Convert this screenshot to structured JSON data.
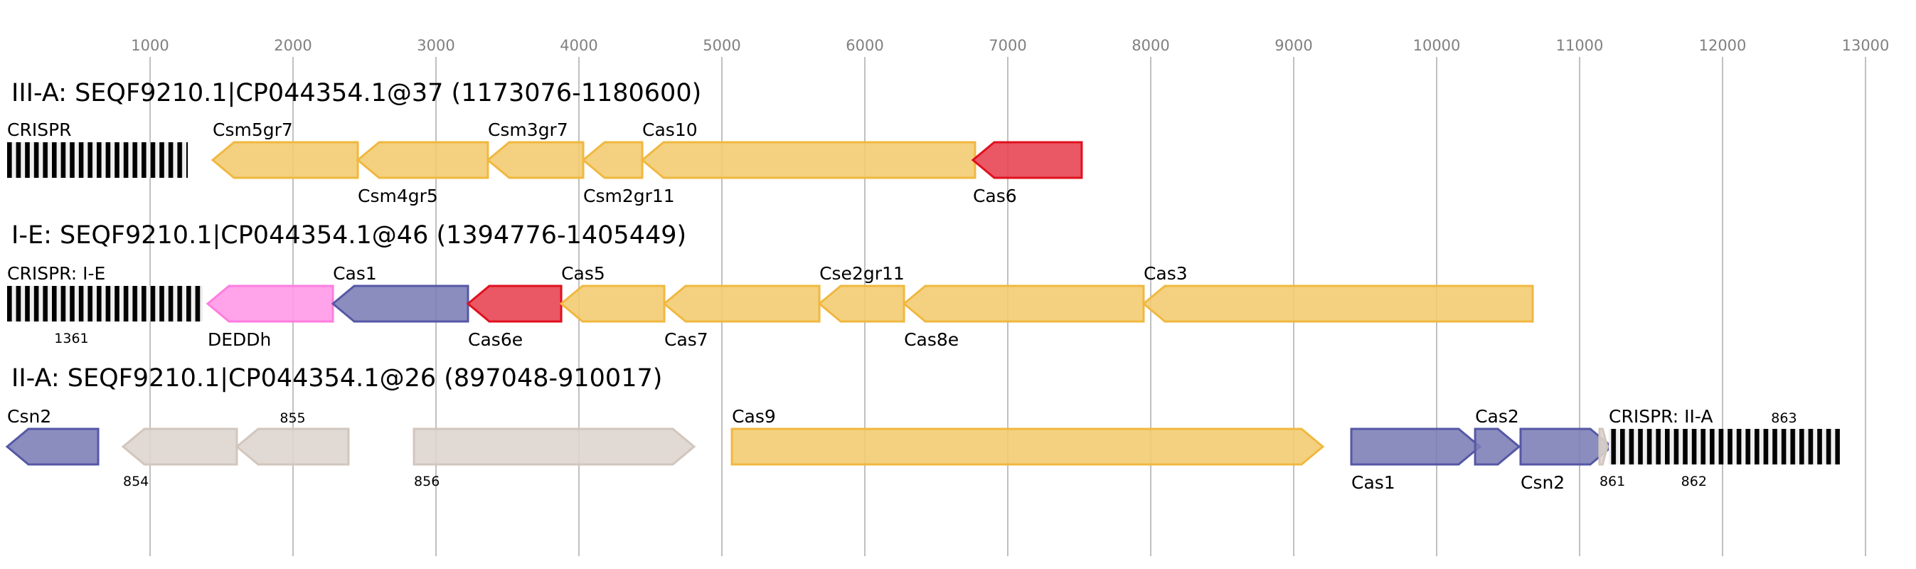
{
  "axis": {
    "ticks": [
      1000,
      2000,
      3000,
      4000,
      5000,
      6000,
      7000,
      8000,
      9000,
      10000,
      11000,
      12000,
      13000
    ]
  },
  "colors": {
    "yellow": {
      "fill": "#f2cb6e",
      "stroke": "#f0b840"
    },
    "blue": {
      "fill": "#7b7db5",
      "stroke": "#5558a5"
    },
    "red": {
      "fill": "#e6414f",
      "stroke": "#e0101e"
    },
    "pink": {
      "fill": "#ff96e8",
      "stroke": "#ff7ddf"
    },
    "grey": {
      "fill": "#dcd4ce",
      "stroke": "#d2c6bd"
    }
  },
  "loci": [
    {
      "title": "III-A: SEQF9210.1|CP044354.1@37 (1173076-1180600)",
      "features": [
        {
          "type": "crispr",
          "label": "CRISPR",
          "start": 0,
          "end": 1264,
          "pos": "above",
          "repeats": 19
        },
        {
          "type": "gene",
          "label": "Csm5gr7",
          "start": 1438,
          "end": 2453,
          "strand": -1,
          "color": "yellow",
          "pos": "above"
        },
        {
          "type": "gene",
          "label": "Csm4gr5",
          "start": 2453,
          "end": 3363,
          "strand": -1,
          "color": "yellow",
          "pos": "below"
        },
        {
          "type": "gene",
          "label": "Csm3gr7",
          "start": 3363,
          "end": 4030,
          "strand": -1,
          "color": "yellow",
          "pos": "above"
        },
        {
          "type": "gene",
          "label": "Csm2gr11",
          "start": 4030,
          "end": 4443,
          "strand": -1,
          "color": "yellow",
          "pos": "below"
        },
        {
          "type": "gene",
          "label": "Cas10",
          "start": 4443,
          "end": 6771,
          "strand": -1,
          "color": "yellow",
          "pos": "above"
        },
        {
          "type": "gene",
          "label": "Cas6",
          "start": 6756,
          "end": 7517,
          "strand": -1,
          "color": "red",
          "pos": "below"
        }
      ]
    },
    {
      "title": "I-E: SEQF9210.1|CP044354.1@46 (1394776-1405449)",
      "features": [
        {
          "type": "crispr",
          "label": "CRISPR: I-E",
          "start": 0,
          "end": 1368,
          "pos": "above",
          "repeats": 22
        },
        {
          "type": "small",
          "label": "1361",
          "start": 450,
          "end": 450,
          "pos": "above"
        },
        {
          "type": "gene",
          "label": "DEDDh",
          "start": 1403,
          "end": 2279,
          "strand": -1,
          "color": "pink",
          "pos": "below"
        },
        {
          "type": "gene",
          "label": "Cas1",
          "start": 2279,
          "end": 3224,
          "strand": -1,
          "color": "blue",
          "pos": "above"
        },
        {
          "type": "gene",
          "label": "Cas6e",
          "start": 3224,
          "end": 3876,
          "strand": -1,
          "color": "red",
          "pos": "below"
        },
        {
          "type": "gene",
          "label": "Cas5",
          "start": 3876,
          "end": 4597,
          "strand": -1,
          "color": "yellow",
          "pos": "above"
        },
        {
          "type": "gene",
          "label": "Cas7",
          "start": 4597,
          "end": 5682,
          "strand": -1,
          "color": "yellow",
          "pos": "below"
        },
        {
          "type": "gene",
          "label": "Cse2gr11",
          "start": 5682,
          "end": 6274,
          "strand": -1,
          "color": "yellow",
          "pos": "above"
        },
        {
          "type": "gene",
          "label": "Cas8e",
          "start": 6274,
          "end": 7950,
          "strand": -1,
          "color": "yellow",
          "pos": "below"
        },
        {
          "type": "gene",
          "label": "Cas3",
          "start": 7950,
          "end": 10672,
          "strand": -1,
          "color": "yellow",
          "pos": "above"
        }
      ]
    },
    {
      "title": "II-A: SEQF9210.1|CP044354.1@26 (897048-910017)",
      "features": [
        {
          "type": "gene",
          "label": "Csn2",
          "start": 0,
          "end": 637,
          "strand": -1,
          "color": "blue",
          "pos": "above"
        },
        {
          "type": "gene",
          "label": "854",
          "start": 811,
          "end": 1607,
          "strand": -1,
          "color": "grey",
          "pos": "below",
          "small": true
        },
        {
          "type": "gene",
          "label": "855",
          "start": 1607,
          "end": 2388,
          "strand": -1,
          "color": "grey",
          "pos": "above",
          "small": true,
          "center": true
        },
        {
          "type": "gene",
          "label": "856",
          "start": 2846,
          "end": 4806,
          "strand": 1,
          "color": "grey",
          "pos": "below",
          "small": true
        },
        {
          "type": "gene",
          "label": "Cas9",
          "start": 5070,
          "end": 9204,
          "strand": 1,
          "color": "yellow",
          "pos": "above"
        },
        {
          "type": "gene",
          "label": "Cas1",
          "start": 9403,
          "end": 10303,
          "strand": 1,
          "color": "blue",
          "pos": "below"
        },
        {
          "type": "gene",
          "label": "Cas2",
          "start": 10269,
          "end": 10577,
          "strand": 1,
          "color": "blue",
          "pos": "above"
        },
        {
          "type": "gene",
          "label": "Csn2",
          "start": 10587,
          "end": 11224,
          "strand": 1,
          "color": "blue",
          "pos": "below"
        },
        {
          "type": "gene",
          "label": "861",
          "start": 11139,
          "end": 11194,
          "strand": 1,
          "color": "grey",
          "pos": "above",
          "small": true
        },
        {
          "type": "crispr",
          "label": "CRISPR: II-A",
          "start": 11204,
          "end": 12821,
          "pos": "above",
          "repeats": 26
        },
        {
          "type": "small",
          "label": "862",
          "start": 11800,
          "end": 11800,
          "pos": "below"
        },
        {
          "type": "small",
          "label": "863",
          "start": 12430,
          "end": 12430,
          "pos": "above"
        }
      ]
    }
  ]
}
